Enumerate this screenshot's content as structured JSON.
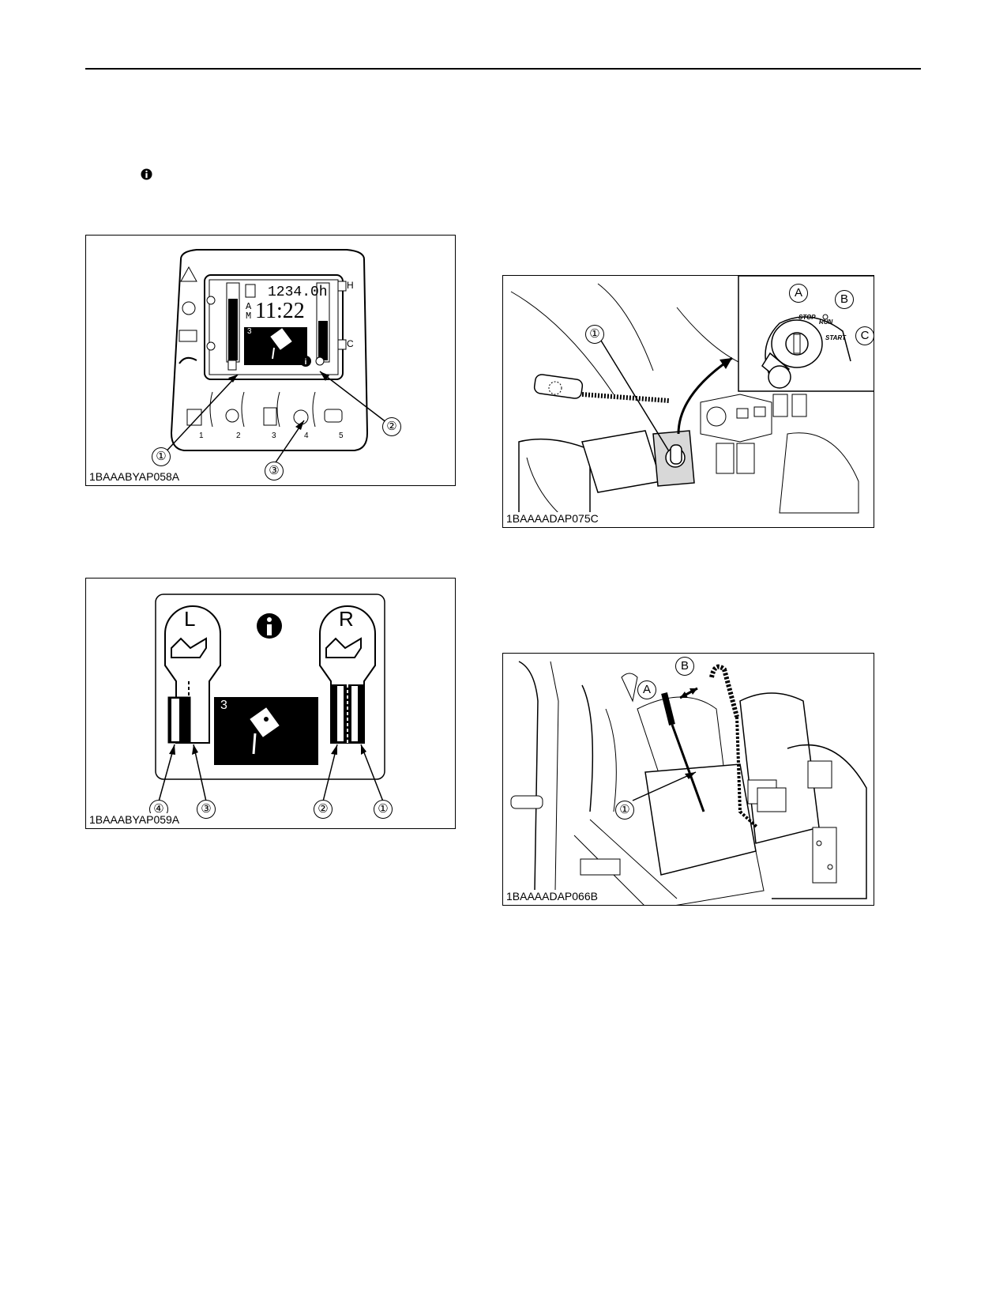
{
  "page": {
    "info_icon": "info-circle-icon"
  },
  "figures": [
    {
      "code": "1BAAABYAP058A",
      "display": {
        "hours": "1234.0h",
        "ampm": "A M",
        "time": "11:22",
        "mode_number": "3",
        "gauge_right_top": "H",
        "gauge_right_bottom": "C",
        "button_numbers": [
          "1",
          "2",
          "3",
          "4",
          "5"
        ]
      },
      "callouts": [
        "①",
        "②",
        "③"
      ]
    },
    {
      "code": "1BAAABYAP059A",
      "labels": {
        "left": "L",
        "right": "R",
        "mode_number": "3"
      },
      "callouts": [
        "④",
        "③",
        "②",
        "①"
      ]
    },
    {
      "code": "1BAAAADAP075C",
      "inset_positions": [
        "A",
        "B",
        "C"
      ],
      "key_labels": {
        "stop": "STOP",
        "run": "RUN",
        "start": "START"
      },
      "callouts": [
        "①"
      ]
    },
    {
      "code": "1BAAAADAP066B",
      "lever_positions": [
        "A",
        "B"
      ],
      "callouts": [
        "①"
      ]
    }
  ],
  "colors": {
    "ink": "#000000",
    "paper": "#ffffff",
    "shade": "#d8d8d8"
  }
}
